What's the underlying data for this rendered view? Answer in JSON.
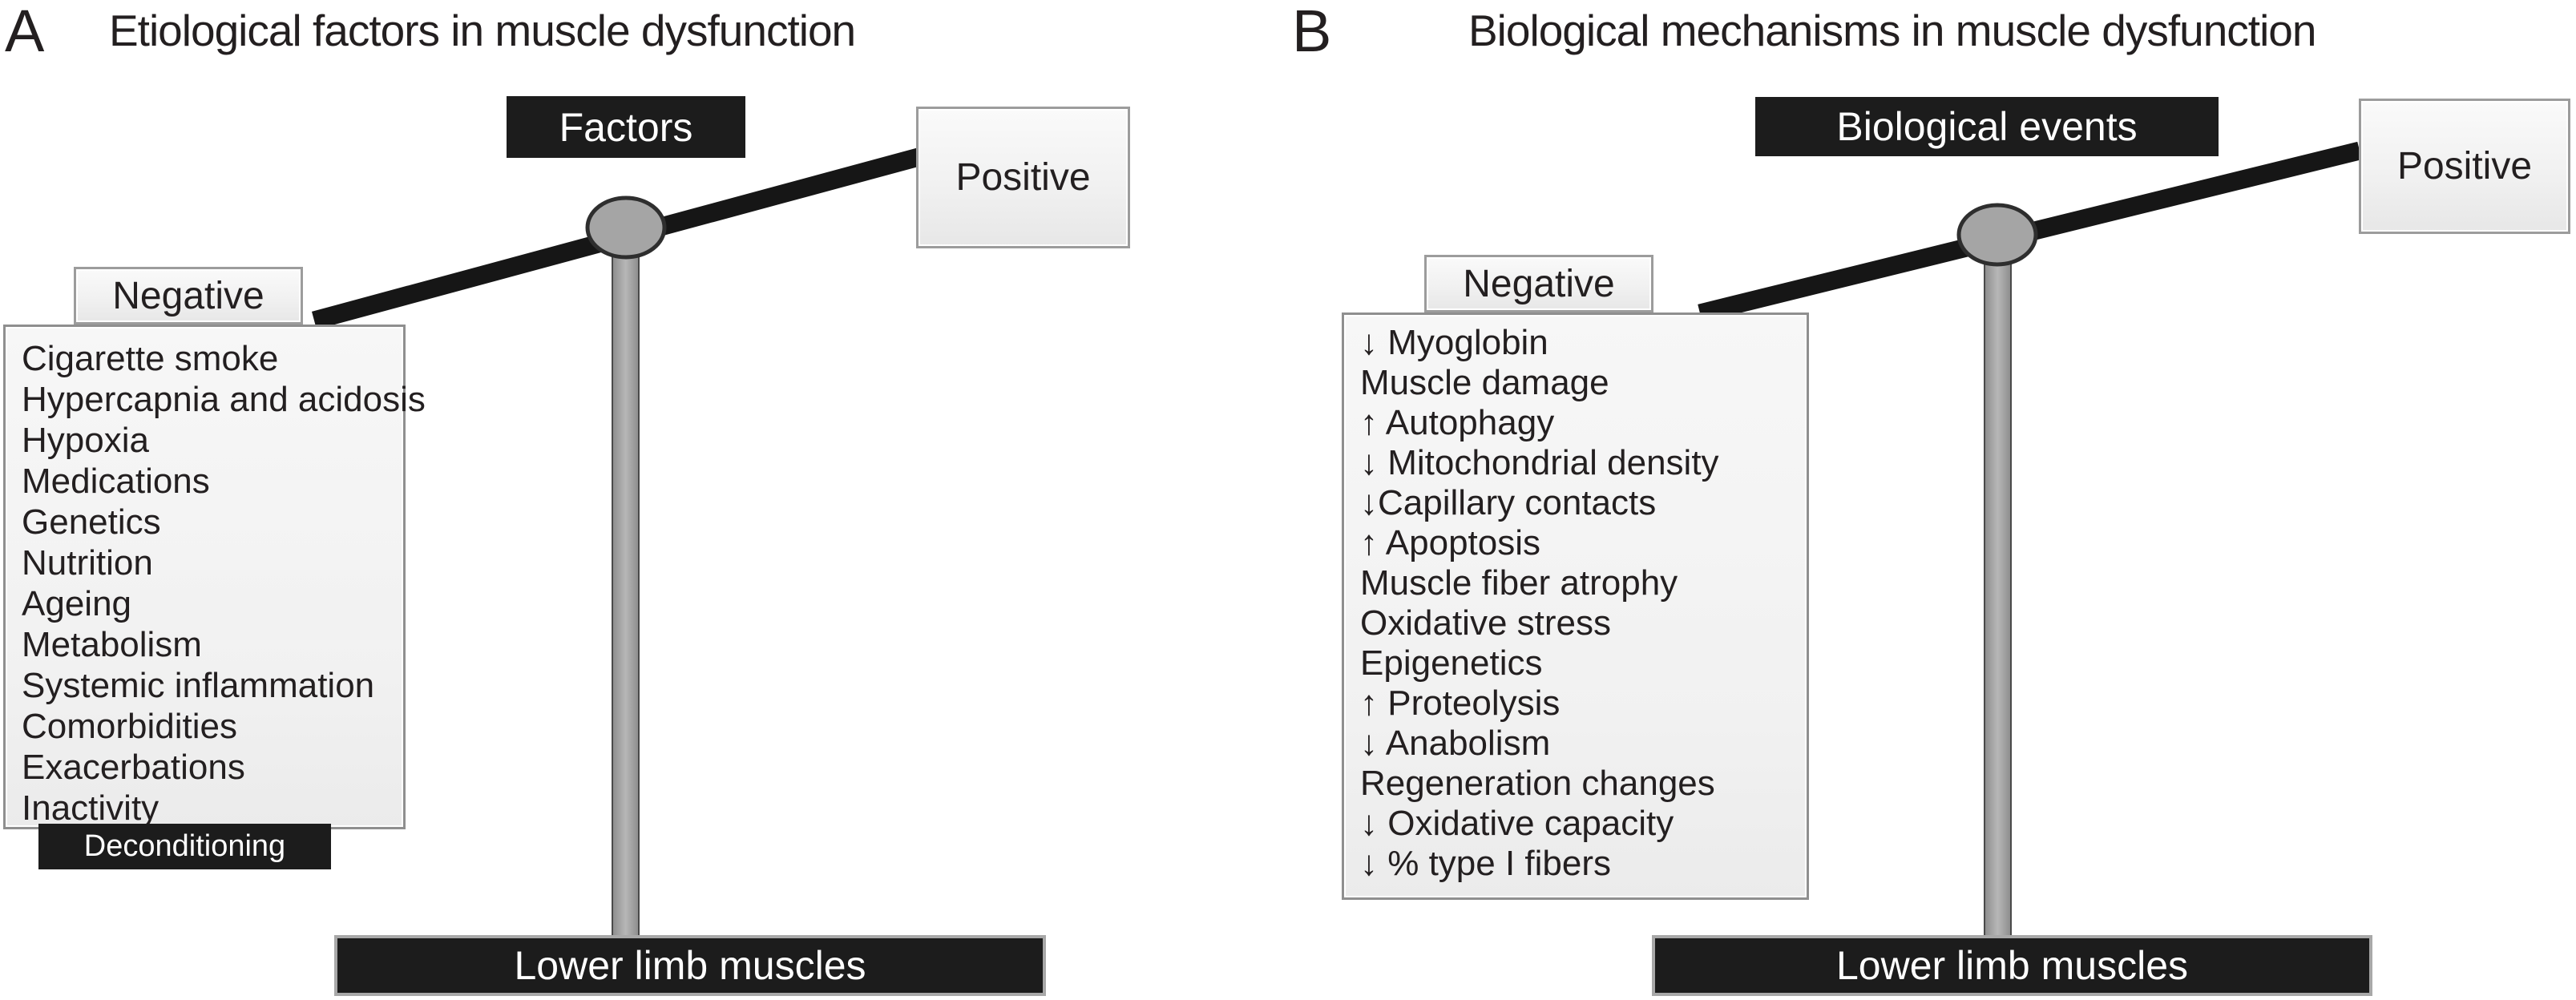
{
  "figure": {
    "colors": {
      "dark_box": "#1c1c1c",
      "light_box_fill": "#f1f1f1",
      "box_border": "#9c9c9c",
      "beam": "#161616",
      "pivot_fill": "#a5a5a5",
      "text": "#231f20"
    },
    "panels": [
      {
        "label": "A",
        "title": "Etiological factors in muscle dysfunction",
        "top_box": "Factors",
        "positive_label": "Positive",
        "negative_label": "Negative",
        "negative_items": [
          "Cigarette smoke",
          "Hypercapnia and acidosis",
          "Hypoxia",
          "Medications",
          "Genetics",
          "Nutrition",
          "Ageing",
          "Metabolism",
          "Systemic inflammation",
          "Comorbidities",
          "Exacerbations",
          "Inactivity"
        ],
        "footer_box": "Deconditioning",
        "base_label": "Lower limb muscles"
      },
      {
        "label": "B",
        "title": "Biological mechanisms in muscle dysfunction",
        "top_box": "Biological events",
        "positive_label": "Positive",
        "negative_label": "Negative",
        "negative_items": [
          "↓ Myoglobin",
          "Muscle damage",
          "↑ Autophagy",
          "↓ Mitochondrial density",
          "↓Capillary contacts",
          "↑ Apoptosis",
          "Muscle fiber atrophy",
          "Oxidative stress",
          "Epigenetics",
          "↑ Proteolysis",
          "↓ Anabolism",
          "Regeneration changes",
          "↓ Oxidative capacity",
          "↓ % type I fibers"
        ],
        "base_label": "Lower limb muscles"
      }
    ]
  }
}
